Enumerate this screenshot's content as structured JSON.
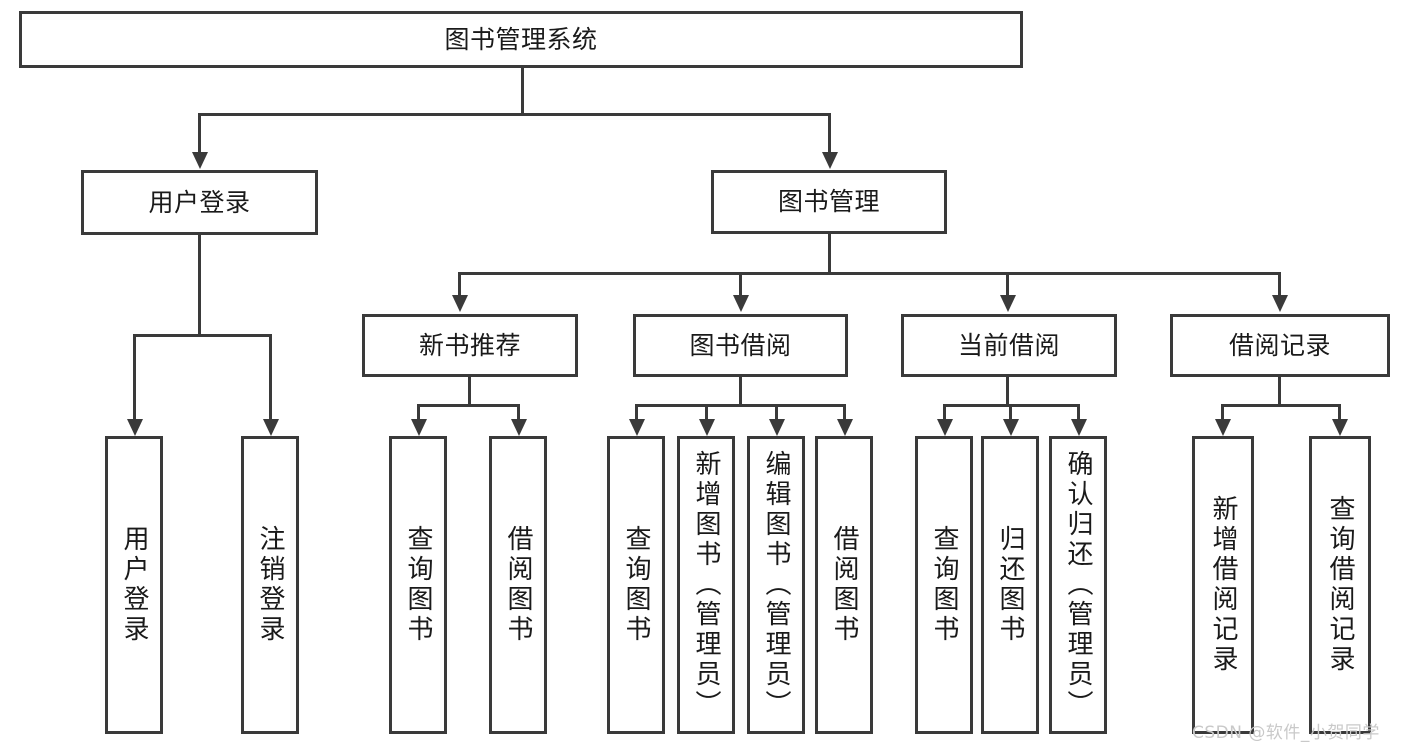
{
  "diagram": {
    "type": "tree-hierarchy-chart",
    "title": "图书管理系统",
    "background_color": "#ffffff",
    "line_color": "#3a3a3a",
    "text_color": "#1a1a1a"
  },
  "root": {
    "label": "图书管理系统"
  },
  "level1": [
    {
      "label": "用户登录"
    },
    {
      "label": "图书管理"
    }
  ],
  "level2": [
    {
      "label": "新书推荐"
    },
    {
      "label": "图书借阅"
    },
    {
      "label": "当前借阅"
    },
    {
      "label": "借阅记录"
    }
  ],
  "leaves": {
    "user_login": [
      {
        "label": "用户登录"
      },
      {
        "label": "注销登录"
      }
    ],
    "new_book_recommend": [
      {
        "label": "查询图书"
      },
      {
        "label": "借阅图书"
      }
    ],
    "book_borrow": [
      {
        "label": "查询图书"
      },
      {
        "label": "新增图书（管理员）"
      },
      {
        "label": "编辑图书（管理员）"
      },
      {
        "label": "借阅图书"
      }
    ],
    "current_borrow": [
      {
        "label": "查询图书"
      },
      {
        "label": "归还图书"
      },
      {
        "label": "确认归还（管理员）"
      }
    ],
    "borrow_record": [
      {
        "label": "新增借阅记录"
      },
      {
        "label": "查询借阅记录"
      }
    ]
  },
  "watermark": {
    "text": "CSDN @软件_小贺同学"
  }
}
